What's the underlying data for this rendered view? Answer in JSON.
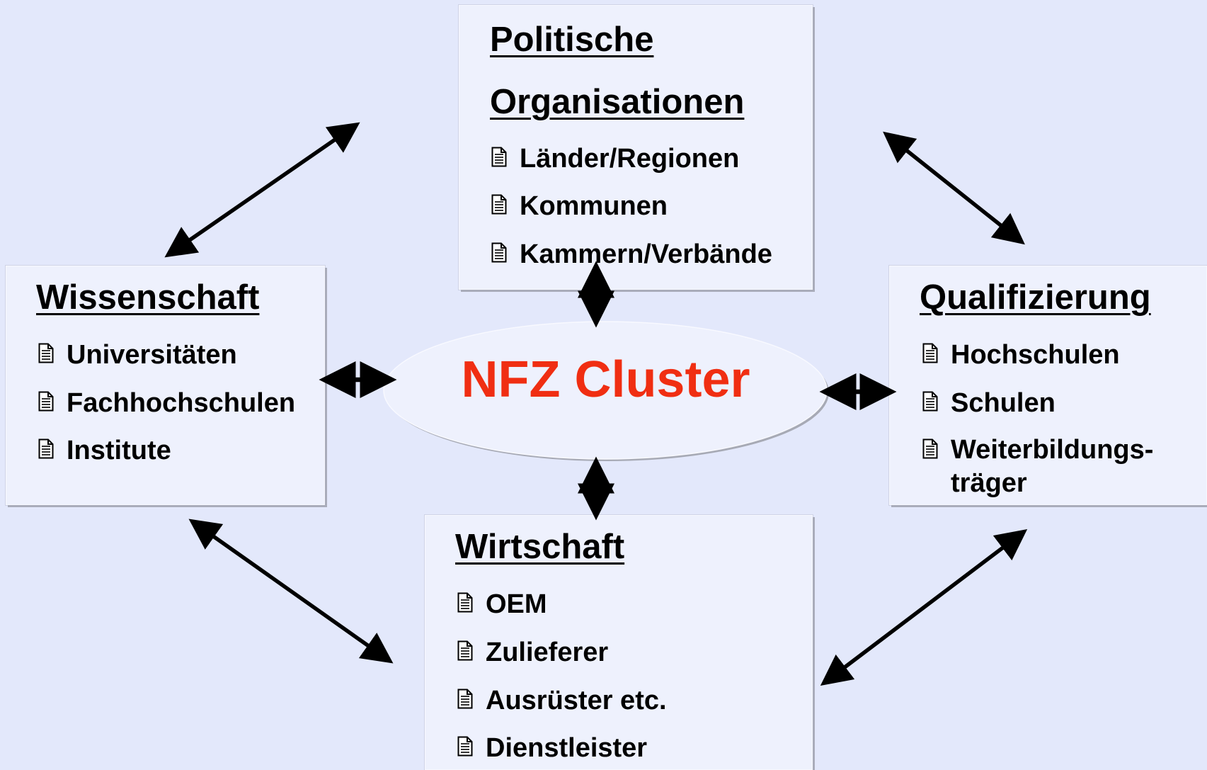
{
  "center": {
    "label": "NFZ Cluster",
    "color": "#f02e12"
  },
  "politik": {
    "title_line1": "Politische",
    "title_line2": "Organisationen",
    "items": [
      "Länder/Regionen",
      "Kommunen",
      "Kammern/Verbände"
    ]
  },
  "wissenschaft": {
    "title": "Wissenschaft",
    "items": [
      "Universitäten",
      "Fachhochschulen",
      "Institute"
    ]
  },
  "qualifizierung": {
    "title": "Qualifizierung",
    "items": [
      "Hochschulen",
      "Schulen",
      "Weiterbildungs-\nträger"
    ]
  },
  "wirtschaft": {
    "title": "Wirtschaft",
    "items": [
      "OEM",
      "Zulieferer",
      "Ausrüster etc.",
      "Dienstleister"
    ]
  },
  "icons": {
    "bullet": "document-icon",
    "arrow": "double-headed-arrow"
  }
}
